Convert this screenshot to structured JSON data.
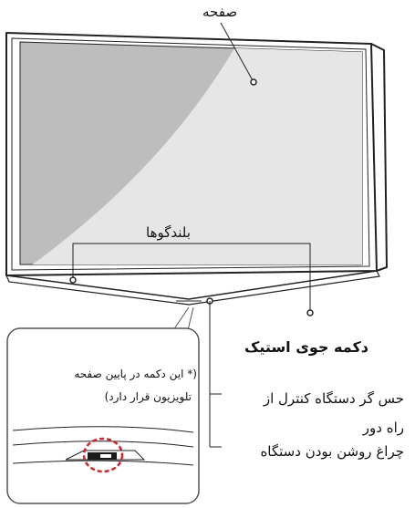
{
  "labels": {
    "screen": "صفحه",
    "speakers": "بلندگوها",
    "joystick_title": "دکمه جوی استیک",
    "joystick_note_line1": "(* این دکمه در پایین صفحه",
    "joystick_note_line2": "تلویزیون قرار دارد)",
    "remote_sensor_line1": "حس گر دستگاه کنترل از",
    "remote_sensor_line2": "راه دور",
    "power_indicator": "چراغ روشن بودن دستگاه"
  },
  "colors": {
    "frame": "#222222",
    "screen_fill": "#bdbdbd",
    "screen_highlight": "#e6e6e6",
    "callout_border": "#555555",
    "indicator_circle": "#d2232a"
  },
  "icons": [
    "joystick-button-icon"
  ]
}
